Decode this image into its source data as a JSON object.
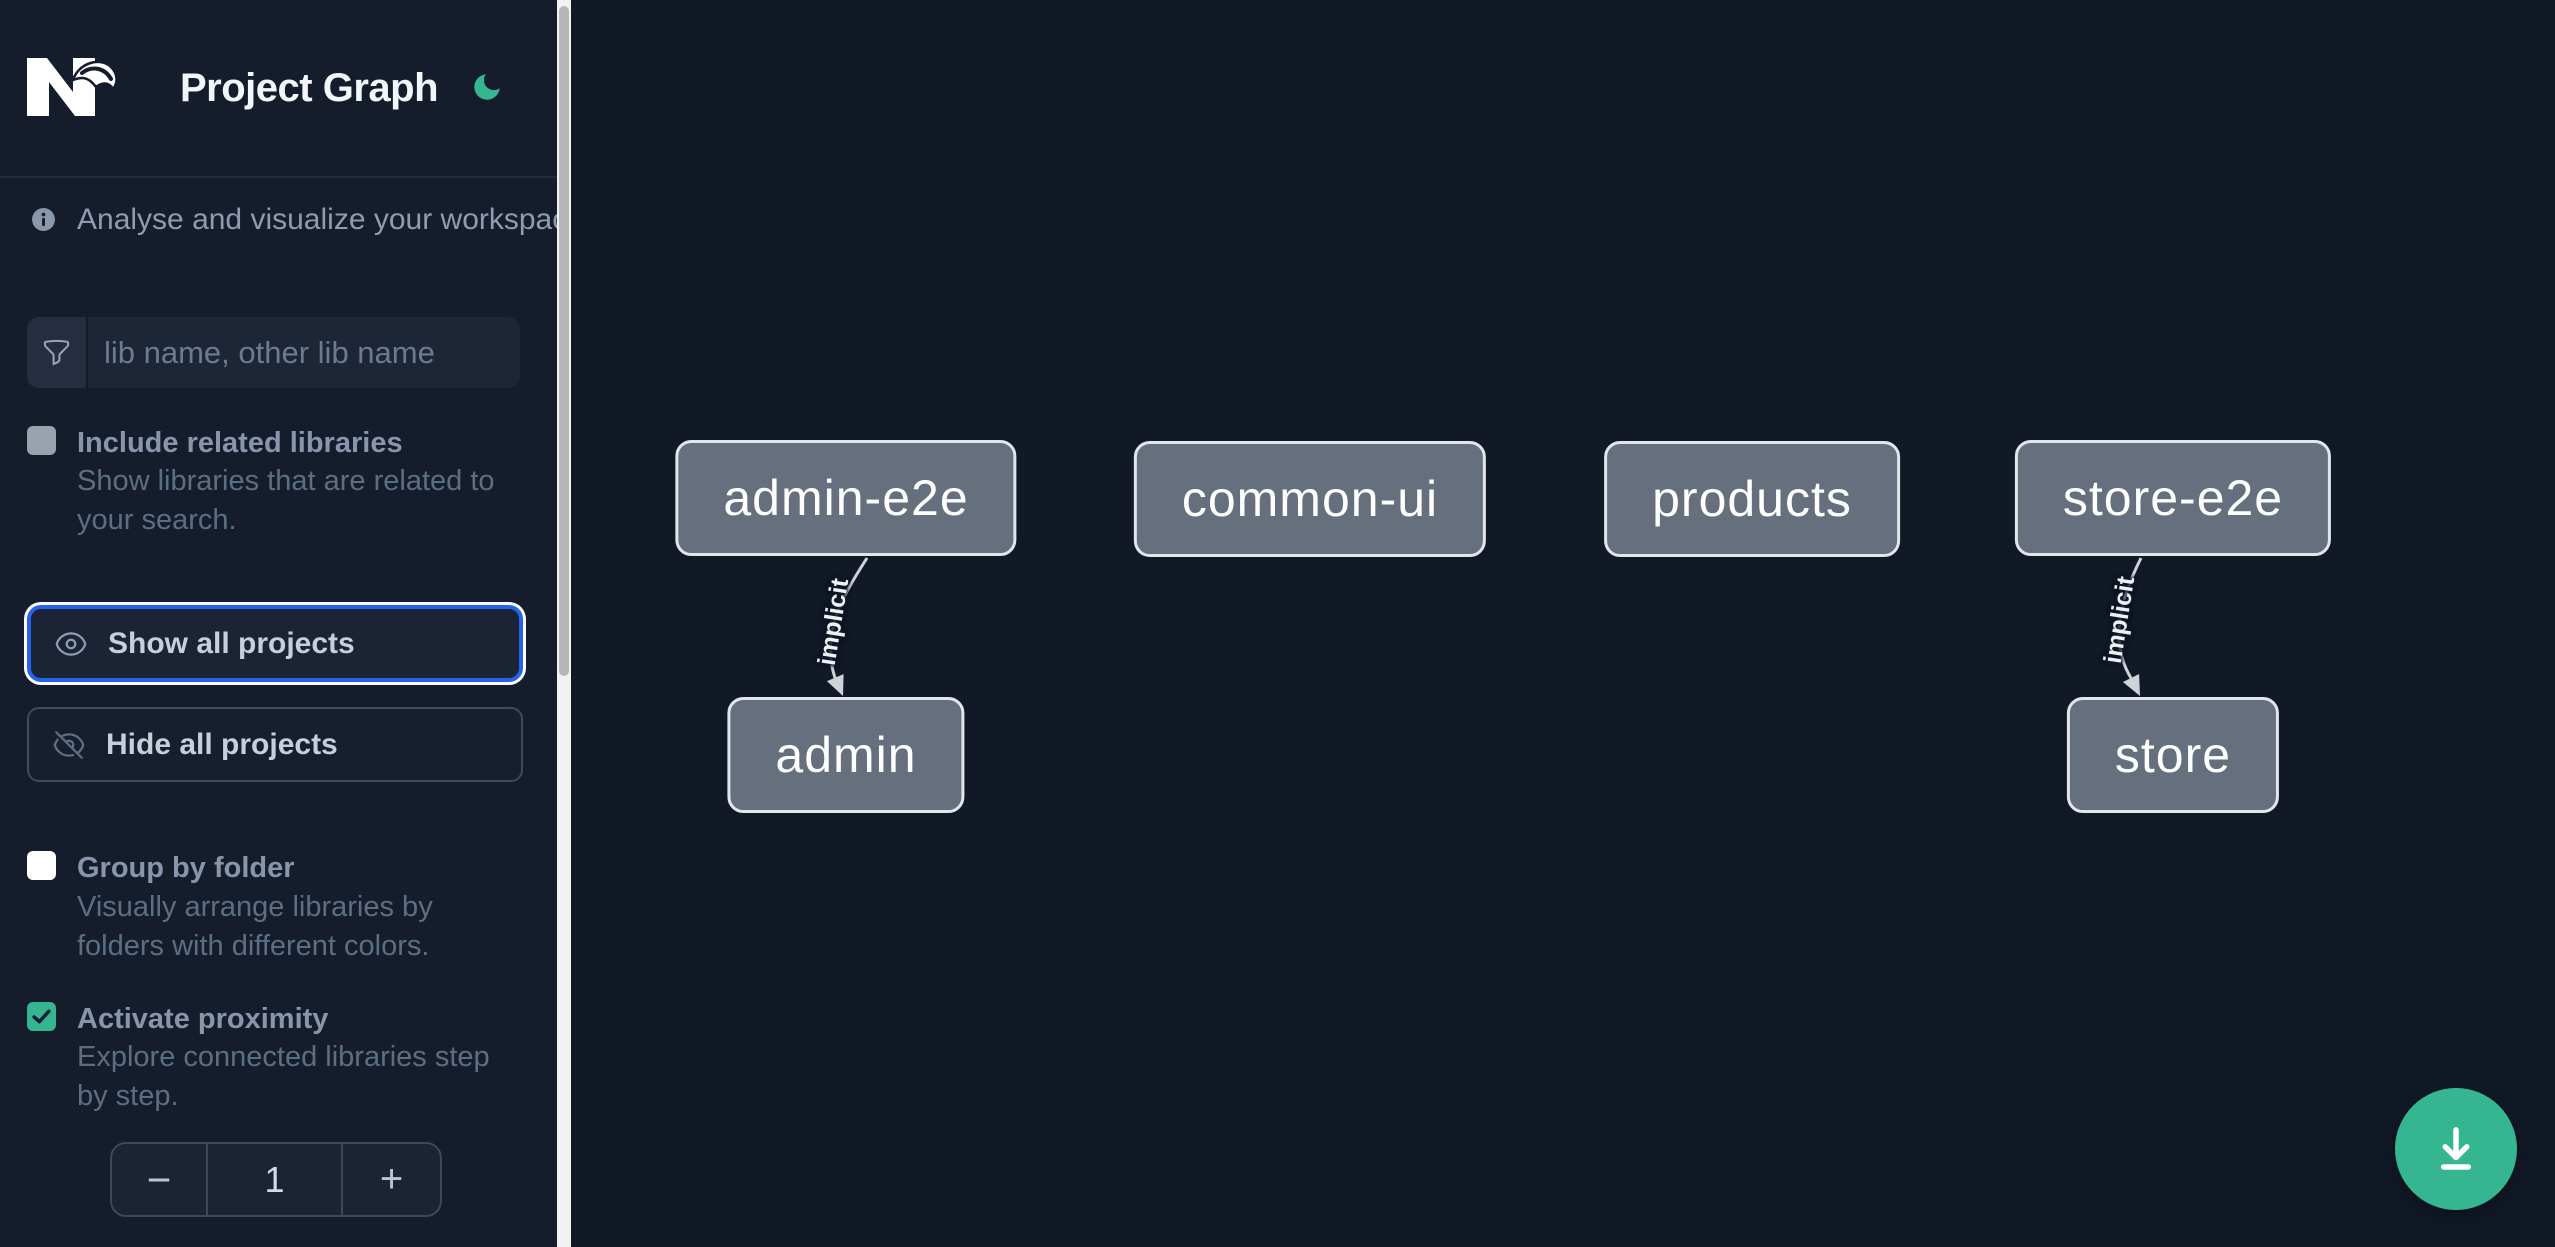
{
  "header": {
    "title": "Project Graph",
    "logo": "nx-logo",
    "theme_toggle": "moon-icon"
  },
  "info_banner": {
    "text": "Analyse and visualize your workspace."
  },
  "search": {
    "icon": "funnel-icon",
    "placeholder": "lib name, other lib name",
    "value": ""
  },
  "toggles": [
    {
      "label": "Include related libraries",
      "description_lines": [
        "Show libraries that are related to",
        "your search."
      ],
      "checked": false
    },
    {
      "label": "Group by folder",
      "description_lines": [
        "Visually arrange libraries by",
        "folders with different colors."
      ],
      "checked": false
    },
    {
      "label": "Activate proximity",
      "description_lines": [
        "Explore connected libraries step",
        "by step."
      ],
      "checked": true
    }
  ],
  "buttons": [
    {
      "label": "Show all projects",
      "icon": "eye-icon",
      "focused": true
    },
    {
      "label": "Hide all projects",
      "icon": "eye-off-icon",
      "focused": false
    }
  ],
  "stepper": {
    "decrement": "−",
    "value": "1",
    "increment": "+"
  },
  "graph": {
    "nodes": [
      {
        "id": "admin-e2e",
        "label": "admin-e2e"
      },
      {
        "id": "common-ui",
        "label": "common-ui"
      },
      {
        "id": "products",
        "label": "products"
      },
      {
        "id": "store-e2e",
        "label": "store-e2e"
      },
      {
        "id": "admin",
        "label": "admin"
      },
      {
        "id": "store",
        "label": "store"
      }
    ],
    "edges": [
      {
        "source": "admin-e2e",
        "target": "admin",
        "label": "implicit"
      },
      {
        "source": "store-e2e",
        "target": "store",
        "label": "implicit"
      }
    ]
  },
  "fab": {
    "icon": "download-icon"
  },
  "colors": {
    "accent_green": "#35b690",
    "focus_blue": "#2563eb",
    "node_bg": "#666f7e",
    "node_border": "#e2e5e9",
    "sidebar_bg": "#151d2d",
    "canvas_bg": "#111826"
  }
}
